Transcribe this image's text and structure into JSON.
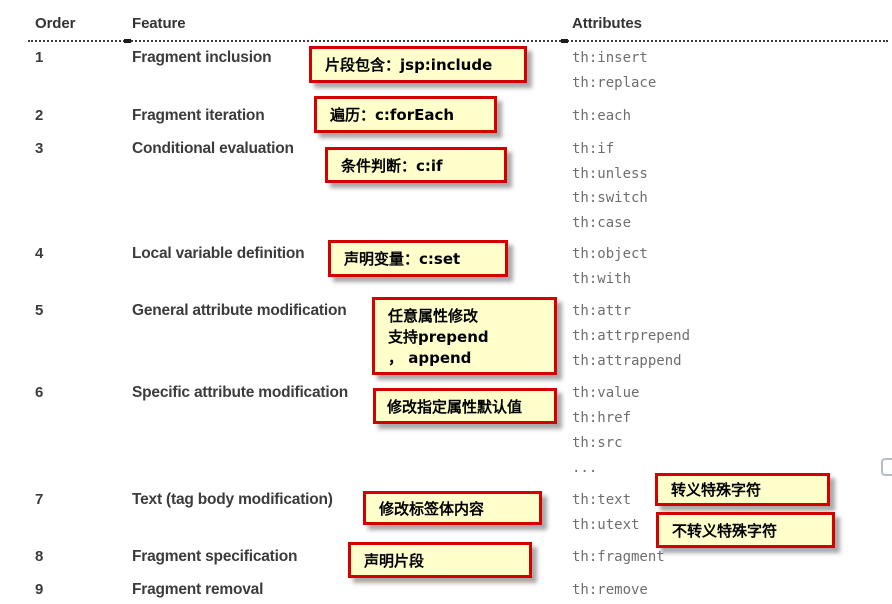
{
  "table": {
    "headers": {
      "order": "Order",
      "feature": "Feature",
      "attributes": "Attributes"
    },
    "rows": [
      {
        "order": "1",
        "feature": "Fragment inclusion",
        "attrs": [
          "th:insert",
          "th:replace"
        ]
      },
      {
        "order": "2",
        "feature": "Fragment iteration",
        "attrs": [
          "th:each"
        ]
      },
      {
        "order": "3",
        "feature": "Conditional evaluation",
        "attrs": [
          "th:if",
          "th:unless",
          "th:switch",
          "th:case"
        ]
      },
      {
        "order": "4",
        "feature": "Local variable definition",
        "attrs": [
          "th:object",
          "th:with"
        ]
      },
      {
        "order": "5",
        "feature": "General attribute modification",
        "attrs": [
          "th:attr",
          "th:attrprepend",
          "th:attrappend"
        ]
      },
      {
        "order": "6",
        "feature": "Specific attribute modification",
        "attrs": [
          "th:value",
          "th:href",
          "th:src",
          "..."
        ]
      },
      {
        "order": "7",
        "feature": "Text (tag body modification)",
        "attrs": [
          "th:text",
          "th:utext"
        ]
      },
      {
        "order": "8",
        "feature": "Fragment specification",
        "attrs": [
          "th:fragment"
        ]
      },
      {
        "order": "9",
        "feature": "Fragment removal",
        "attrs": [
          "th:remove"
        ]
      }
    ]
  },
  "annotations": [
    {
      "text": "片段包含：jsp:include"
    },
    {
      "text": "遍历：c:forEach"
    },
    {
      "text": "条件判断：c:if"
    },
    {
      "text": "声明变量：c:set"
    },
    {
      "lines": [
        "任意属性修改",
        "支持prepend",
        "， append"
      ]
    },
    {
      "text": "修改指定属性默认值"
    },
    {
      "text": "修改标签体内容"
    },
    {
      "text": "声明片段"
    },
    {
      "text": "转义特殊字符"
    },
    {
      "text": "不转义特殊字符"
    }
  ],
  "colors": {
    "annotation_bg": "#ffffcc",
    "annotation_border": "#d40000",
    "attr_text": "#6e6e6e",
    "heading_text": "#343434",
    "feature_text": "#3c3c3c"
  }
}
